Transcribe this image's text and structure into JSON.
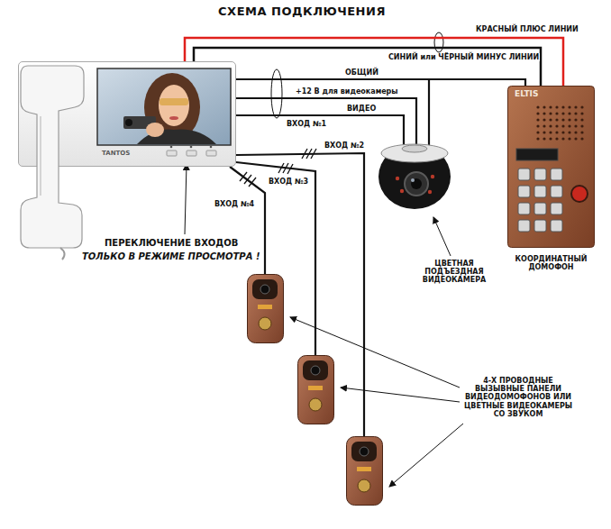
{
  "diagram": {
    "title": "СХЕМА ПОДКЛЮЧЕНИЯ",
    "nodes": [
      {
        "text": [
          "TANTOS"
        ]
      },
      {
        "text": [
          "ELTIS",
          "КООРДИНАТНЫЙ ДОМОФОН"
        ]
      }
    ],
    "edges": [
      {
        "from": 0,
        "to": 1,
        "arrow": "none",
        "label": "КРАСНЫЙ ПЛЮС ЛИНИИ"
      },
      {
        "from": 0,
        "to": 1,
        "arrow": "none",
        "label": "СИНИЙ или ЧЁРНЫЙ МИНУС ЛИНИИ"
      }
    ],
    "labels": [
      "ОБЩИЙ",
      "+12 В для видеокамеры",
      "ВИДЕО",
      "ВХОД №1",
      "ВХОД №2",
      "ВХОД №3",
      "ВХОД №4",
      "ПЕРЕКЛЮЧЕНИЕ ВХОДОВ",
      "ТОЛЬКО В РЕЖИМЕ ПРОСМОТРА !",
      "ЦВЕТНАЯ ПОДЪЕЗДНАЯ ВИДЕОКАМЕРА",
      "4-Х ПРОВОДНЫЕ ВЫЗЫВНЫЕ ПАНЕЛИ ВИДЕОДОМОФОНОВ ИЛИ ЦВЕТНЫЕ ВИДЕОКАМЕРЫ СО ЗВУКОМ"
    ]
  }
}
